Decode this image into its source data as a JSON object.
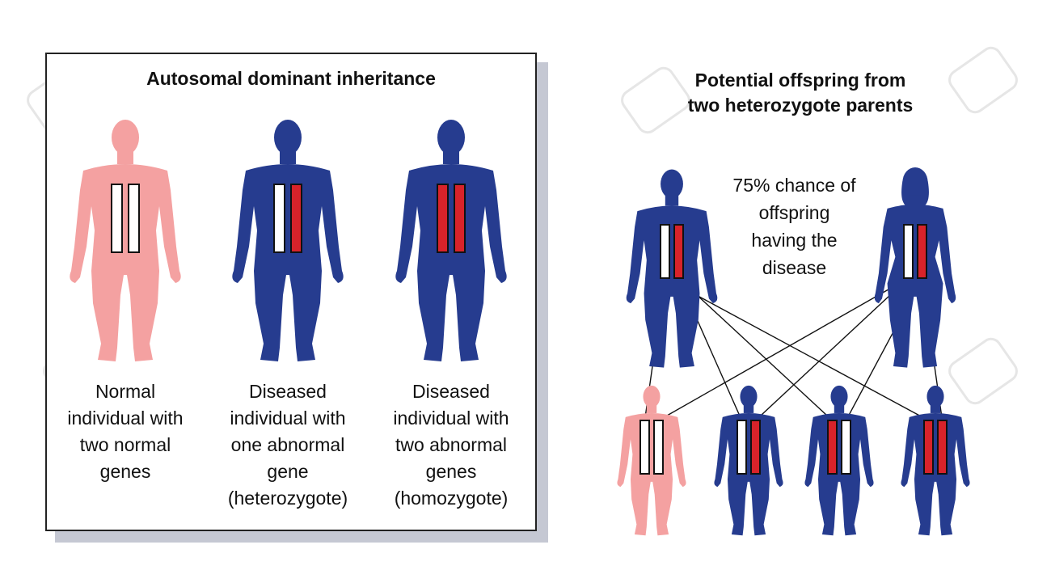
{
  "left_panel": {
    "title": "Autosomal dominant inheritance",
    "captions": [
      [
        "Normal",
        "individual with",
        "two normal",
        "genes"
      ],
      [
        "Diseased",
        "individual with",
        "one abnormal",
        "gene",
        "(heterozygote)"
      ],
      [
        "Diseased",
        "individual with",
        "two abnormal",
        "genes",
        "(homozygote)"
      ]
    ],
    "figures": [
      {
        "role": "normal",
        "body_color": "#f4a1a1",
        "genes": [
          "normal",
          "normal"
        ]
      },
      {
        "role": "heterozygote",
        "body_color": "#263c8f",
        "genes": [
          "normal",
          "abnormal"
        ]
      },
      {
        "role": "homozygote",
        "body_color": "#263c8f",
        "genes": [
          "abnormal",
          "abnormal"
        ]
      }
    ]
  },
  "right_panel": {
    "title_line1": "Potential offspring from",
    "title_line2": "two heterozygote parents",
    "chance_lines": [
      "75% chance of",
      "offspring",
      "having the",
      "disease"
    ],
    "parents": [
      {
        "role": "father",
        "genes": [
          "normal",
          "abnormal"
        ]
      },
      {
        "role": "mother",
        "genes": [
          "normal",
          "abnormal"
        ]
      }
    ],
    "offspring": [
      {
        "genes": [
          "normal",
          "normal"
        ],
        "affected": false
      },
      {
        "genes": [
          "normal",
          "abnormal"
        ],
        "affected": true
      },
      {
        "genes": [
          "abnormal",
          "normal"
        ],
        "affected": true
      },
      {
        "genes": [
          "abnormal",
          "abnormal"
        ],
        "affected": true
      }
    ]
  },
  "colors": {
    "affected_body": "#263c8f",
    "normal_body": "#f4a1a1",
    "normal_gene": "#ffffff",
    "abnormal_gene": "#d8232a",
    "outline": "#111111"
  }
}
